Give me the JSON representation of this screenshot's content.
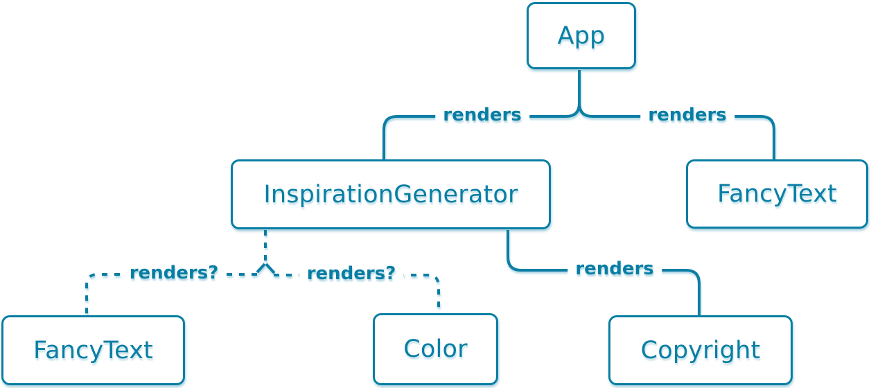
{
  "diagram": {
    "colors": {
      "accent": "#087ea4",
      "node_fill": "#ffffff",
      "background": "#ffffff"
    },
    "nodes": [
      {
        "id": "app",
        "label": "App"
      },
      {
        "id": "inspiration-generator",
        "label": "InspirationGenerator"
      },
      {
        "id": "fancy-text-top",
        "label": "FancyText"
      },
      {
        "id": "fancy-text-bottom",
        "label": "FancyText"
      },
      {
        "id": "color",
        "label": "Color"
      },
      {
        "id": "copyright",
        "label": "Copyright"
      }
    ],
    "edges": [
      {
        "from": "App",
        "to": "InspirationGenerator",
        "label": "renders",
        "style": "solid"
      },
      {
        "from": "App",
        "to": "FancyText",
        "label": "renders",
        "style": "solid"
      },
      {
        "from": "InspirationGenerator",
        "to": "FancyText",
        "label": "renders?",
        "style": "dashed"
      },
      {
        "from": "InspirationGenerator",
        "to": "Color",
        "label": "renders?",
        "style": "dashed"
      },
      {
        "from": "InspirationGenerator",
        "to": "Copyright",
        "label": "renders",
        "style": "solid"
      }
    ]
  }
}
